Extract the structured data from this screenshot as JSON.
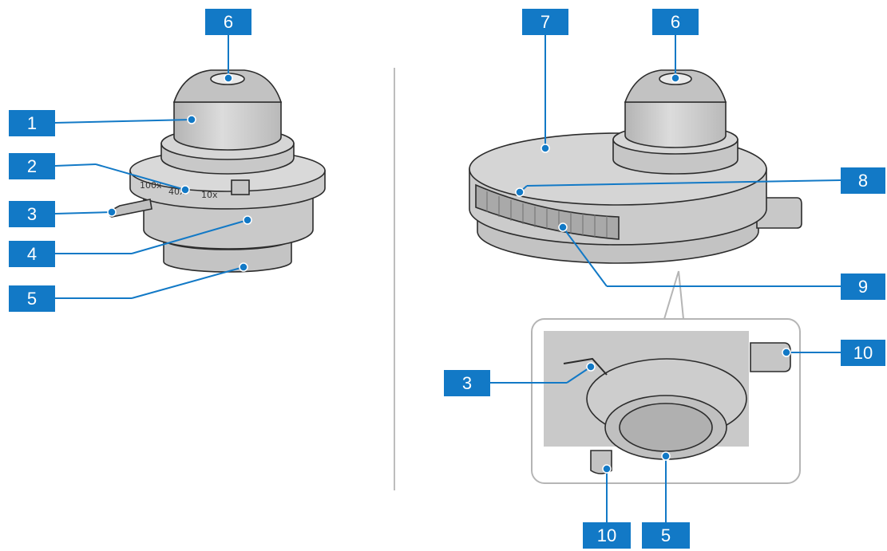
{
  "diagram": {
    "left_view": {
      "callouts": {
        "c1": "1",
        "c2": "2",
        "c3": "3",
        "c4": "4",
        "c5": "5",
        "c6": "6"
      },
      "scale_marks": {
        "m100": "100x",
        "m40": "40x",
        "m10": "10x"
      }
    },
    "right_view": {
      "callouts": {
        "c6": "6",
        "c7": "7",
        "c8": "8",
        "c9": "9"
      }
    },
    "detail_view": {
      "callouts": {
        "c3": "3",
        "c5": "5",
        "c10_right": "10",
        "c10_bottom": "10"
      }
    }
  },
  "colors": {
    "callout_bg": "#1279c6",
    "callout_text": "#ffffff",
    "line": "#1279c6",
    "body": "#cbcbcb",
    "edge": "#2c2c2c"
  }
}
